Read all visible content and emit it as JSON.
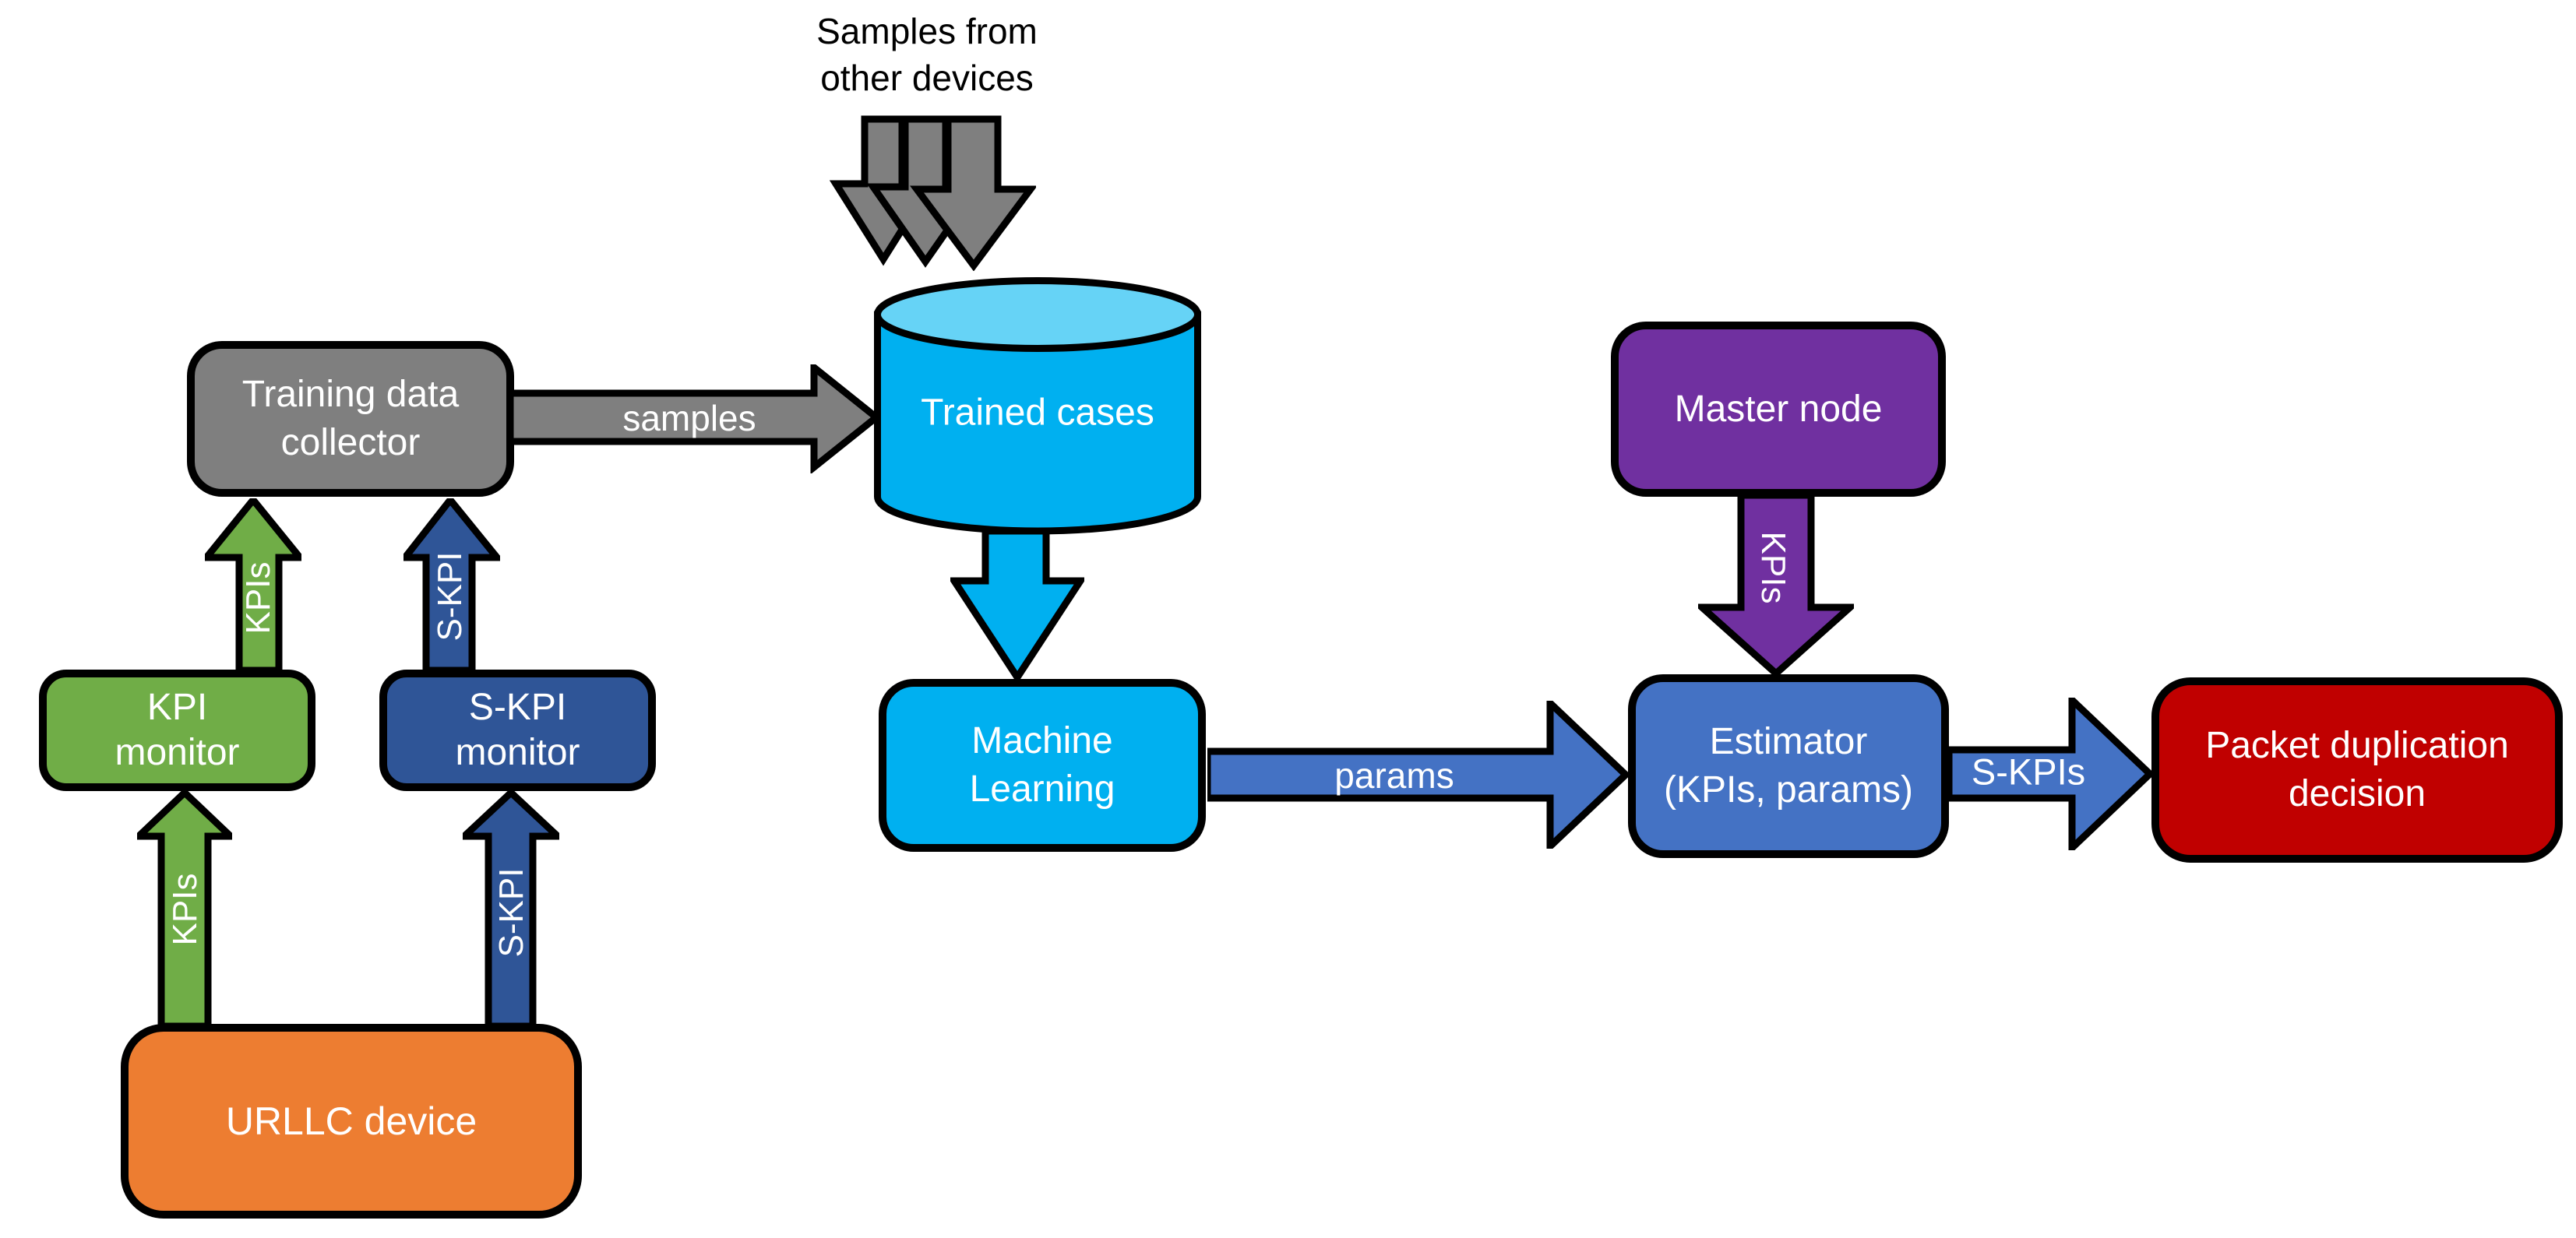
{
  "diagram": {
    "background": "#FFFFFF",
    "outline_color": "#000000",
    "annotation": {
      "line1": "Samples from",
      "line2": "other devices"
    },
    "nodes": {
      "training_data_collector": {
        "line1": "Training data",
        "line2": "collector",
        "color": "#7F7F7F"
      },
      "trained_cases": {
        "label": "Trained cases",
        "color": "#00B0F0",
        "top_color": "#66D3F6"
      },
      "machine_learning": {
        "line1": "Machine",
        "line2": "Learning",
        "color": "#00B0F0"
      },
      "master_node": {
        "label": "Master node",
        "color": "#7030A0"
      },
      "estimator": {
        "line1": "Estimator",
        "line2": "(KPIs, params)",
        "color": "#4472C4"
      },
      "packet_duplication_decision": {
        "line1": "Packet duplication",
        "line2": "decision",
        "color": "#C00000"
      },
      "kpi_monitor": {
        "line1": "KPI",
        "line2": "monitor",
        "color": "#70AD47"
      },
      "skpi_monitor": {
        "line1": "S-KPI",
        "line2": "monitor",
        "color": "#2F5597"
      },
      "urllc_device": {
        "label": "URLLC device",
        "color": "#ED7D31"
      }
    },
    "edges": {
      "other_devices_arrows": {
        "color": "#7F7F7F"
      },
      "samples": {
        "label": "samples",
        "color": "#7F7F7F"
      },
      "trained_to_ml": {
        "color": "#00B0F0"
      },
      "params": {
        "label": "params",
        "color": "#4472C4"
      },
      "skpis": {
        "label": "S-KPIs",
        "color": "#4472C4"
      },
      "master_kpis": {
        "label": "KPIs",
        "color": "#7030A0"
      },
      "kpi_monitor_to_collector": {
        "label": "KPIs",
        "color": "#70AD47"
      },
      "skpi_monitor_to_collector": {
        "label": "S-KPI",
        "color": "#2F5597"
      },
      "urllc_to_kpi_monitor": {
        "label": "KPIs",
        "color": "#70AD47"
      },
      "urllc_to_skpi_monitor": {
        "label": "S-KPI",
        "color": "#2F5597"
      }
    }
  }
}
